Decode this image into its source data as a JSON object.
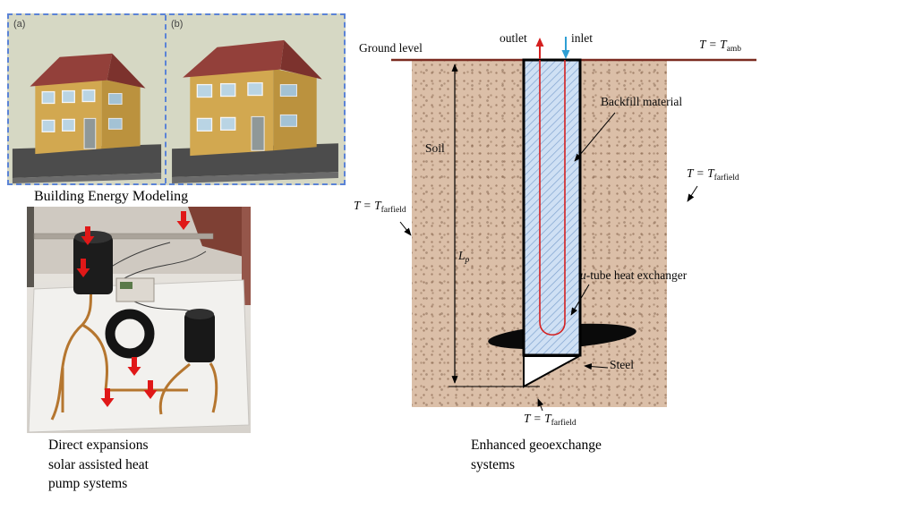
{
  "figure": {
    "building_panel": {
      "label_a": "(a)",
      "label_b": "(b)",
      "caption": "Building Energy Modeling"
    },
    "heat_pump_panel": {
      "caption_lines": [
        "Direct expansions",
        "solar assisted heat",
        "pump systems"
      ]
    },
    "geo": {
      "ground_level": "Ground level",
      "outlet": "outlet",
      "inlet": "inlet",
      "soil": "Soil",
      "backfill": "Backfill material",
      "utube": {
        "prefix": "u",
        "rest": "-tube heat exchanger"
      },
      "steel": "Steel",
      "lp": {
        "main": "L",
        "sub": "p"
      },
      "t_amb": {
        "prefix": "T = T",
        "sub": "amb"
      },
      "t_farfield_right": {
        "prefix": "T = T",
        "sub": "farfield"
      },
      "t_farfield_left": {
        "prefix": "T = T",
        "sub": "farfield"
      },
      "t_farfield_bottom": {
        "prefix": "T = T",
        "sub": "farfield"
      },
      "caption_lines": [
        "Enhanced geoexchange",
        "systems"
      ]
    },
    "colors": {
      "soil": "#dbbfa8",
      "borehole_fill": "#cfe0f4",
      "utube_red": "#d42020",
      "inlet_blue": "#2e9fd4",
      "ground_line": "#7b2b20",
      "panel_border": "#5b83d6"
    }
  }
}
